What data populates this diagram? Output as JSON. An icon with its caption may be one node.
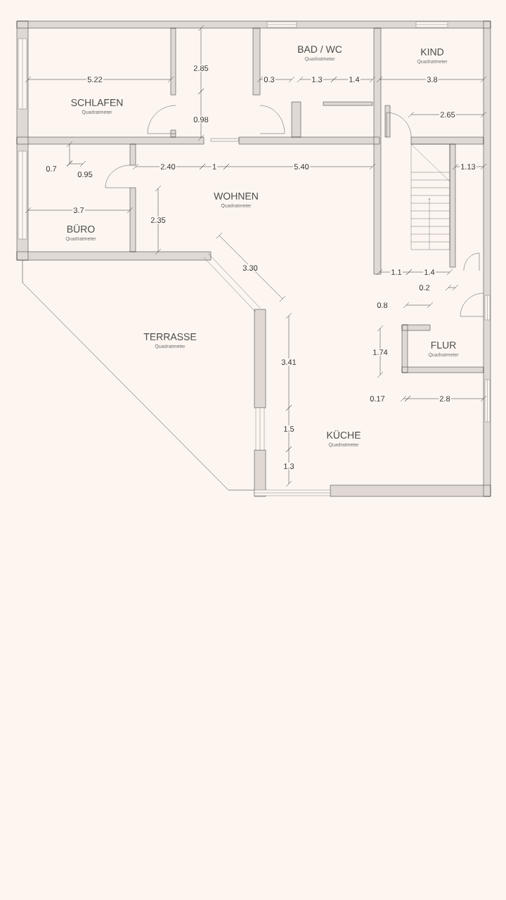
{
  "diagram": {
    "nodes": [
      {
        "text": [
          "SCHLAFEN",
          "Quadratmeter"
        ]
      },
      {
        "text": [
          "BAD / WC",
          "Quadratmeter"
        ]
      },
      {
        "text": [
          "KIND",
          "Quadratmeter"
        ]
      },
      {
        "text": [
          "WOHNEN",
          "Quadratmeter"
        ]
      },
      {
        "text": [
          "BÜRO",
          "Quadratmeter"
        ]
      },
      {
        "text": [
          "TERRASSE",
          "Quadratmeter"
        ]
      },
      {
        "text": [
          "FLUR",
          "Quadratmeter"
        ]
      },
      {
        "text": [
          "KÜCHE",
          "Quadratmeter"
        ]
      }
    ],
    "labels": [
      "5.22",
      "2.85",
      "0.98",
      "0.3",
      "1.3",
      "1.4",
      "3.8",
      "2.65",
      "0.7",
      "0.95",
      "2.40",
      "1",
      "5.40",
      "1.13",
      "3.7",
      "2.35",
      "3.30",
      "1.1",
      "1.4",
      "0.2",
      "0.8",
      "1.74",
      "3.41",
      "0.17",
      "2.8",
      "1.5",
      "1.3"
    ]
  }
}
